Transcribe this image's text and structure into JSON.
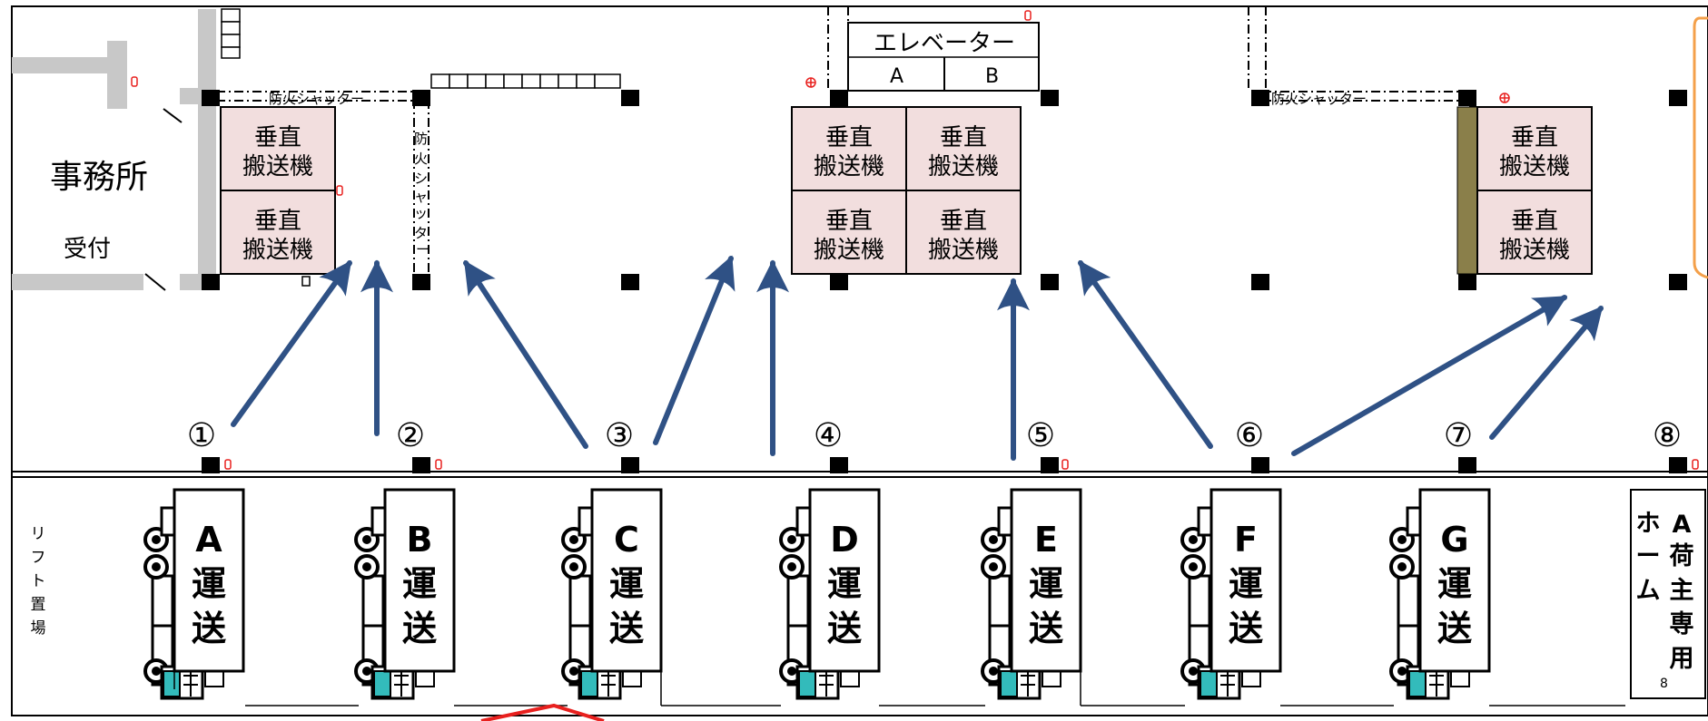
{
  "office": {
    "label": "事務所",
    "reception": "受付"
  },
  "elevator": {
    "label": "エレベーター",
    "cars": [
      "A",
      "B"
    ]
  },
  "fire_shutter": "防火シャッター",
  "vertical_conveyor": [
    "垂直",
    "搬送機"
  ],
  "docks": [
    "①",
    "②",
    "③",
    "④",
    "⑤",
    "⑥",
    "⑦",
    "⑧"
  ],
  "lift_area": "リフト置場",
  "trucks": [
    {
      "company": "A",
      "word": [
        "運",
        "送"
      ]
    },
    {
      "company": "B",
      "word": [
        "運",
        "送"
      ]
    },
    {
      "company": "C",
      "word": [
        "運",
        "送"
      ]
    },
    {
      "company": "D",
      "word": [
        "運",
        "送"
      ]
    },
    {
      "company": "E",
      "word": [
        "運",
        "送"
      ]
    },
    {
      "company": "F",
      "word": [
        "運",
        "送"
      ]
    },
    {
      "company": "G",
      "word": [
        "運",
        "送"
      ]
    }
  ],
  "shipper_home": {
    "col1": [
      "A",
      "荷",
      "主",
      "専",
      "用"
    ],
    "col2": [
      "ホ",
      "ー",
      "ム"
    ],
    "number": "8"
  },
  "colors": {
    "arrow": "#2f5185",
    "conveyor_fill": "#f2dede",
    "wall": "#c8c8c8",
    "olive": "#8a7f4a",
    "accent_red": "#e8201e",
    "orange": "#f4a04a",
    "teal": "#33bbbb"
  }
}
